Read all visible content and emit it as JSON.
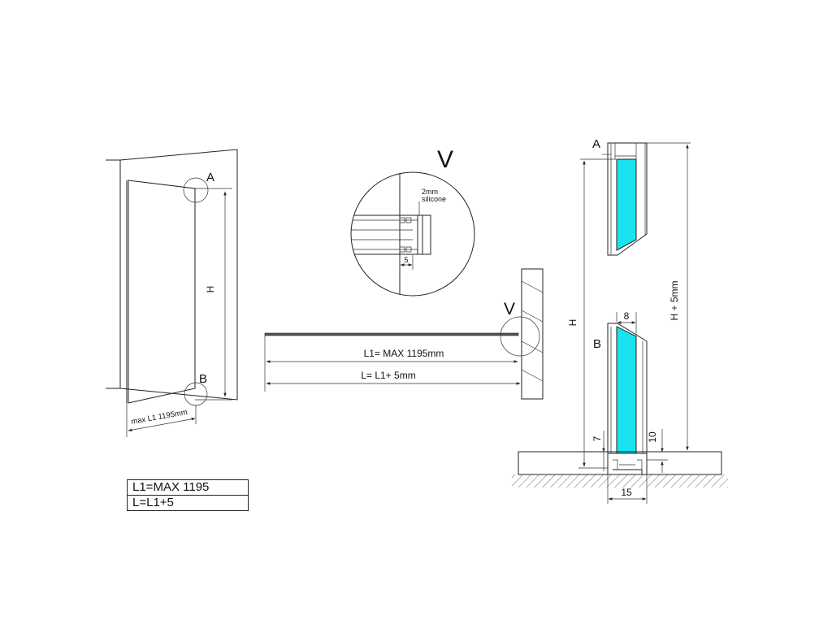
{
  "left_view": {
    "marker_a": "A",
    "marker_b": "B",
    "dim_height": "H",
    "dim_width": "max L1 1195mm"
  },
  "detail_v": {
    "title": "V",
    "note_line1": "2mm",
    "note_line2": "silicone",
    "dim": "5"
  },
  "plan_view": {
    "marker_v": "V",
    "dim_l1": "L1= MAX 1195mm",
    "dim_l": "L= L1+ 5mm"
  },
  "section_view": {
    "marker_a": "A",
    "marker_b": "B",
    "dim_height": "H",
    "dim_total": "H + 5mm",
    "dim_glass": "8",
    "dim_left": "7",
    "dim_right": "10",
    "dim_base": "15"
  },
  "legend": {
    "row1": "L1=MAX 1195",
    "row2": "L=L1+5"
  },
  "colors": {
    "glass": "#19e3ef",
    "line": "#222222"
  }
}
